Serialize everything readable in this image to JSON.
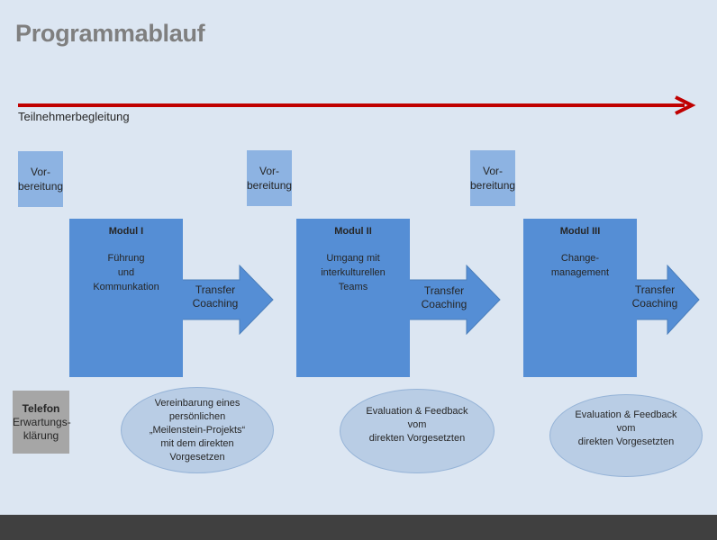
{
  "title": "Programmablauf",
  "timeline": {
    "label": "Teilnehmerbegleitung",
    "color": "#c00000"
  },
  "prep": [
    {
      "label": "Vor-\nbereitung"
    },
    {
      "label": "Vor-\nbereitung"
    },
    {
      "label": "Vor-\nbereitung"
    }
  ],
  "modules": [
    {
      "title": "Modul I",
      "desc": "Führung\nund\nKommunkation",
      "arrow": "Transfer\nCoaching"
    },
    {
      "title": "Modul II",
      "desc": "Umgang mit\ninterkulturellen\nTeams",
      "arrow": "Transfer\nCoaching"
    },
    {
      "title": "Modul III",
      "desc": "Change-\nmanagement",
      "arrow": "Transfer\nCoaching"
    }
  ],
  "phone": {
    "title": "Telefon",
    "desc": "Erwartungs-\nklärung"
  },
  "ellipses": [
    {
      "text": "Vereinbarung eines\npersönlichen\n„Meilenstein-Projekts“\nmit dem direkten\nVorgesetzen"
    },
    {
      "text": "Evaluation & Feedback\nvom\ndirekten Vorgesetzten"
    },
    {
      "text": "Evaluation & Feedback\nvom\ndirekten Vorgesetzten"
    }
  ],
  "colors": {
    "background": "#dce6f2",
    "module": "#558ed5",
    "prep": "#8db3e2",
    "arrow": "#558ed5",
    "ellipse": "#b9cde5",
    "phone": "#a6a6a6",
    "footer": "#404040"
  }
}
